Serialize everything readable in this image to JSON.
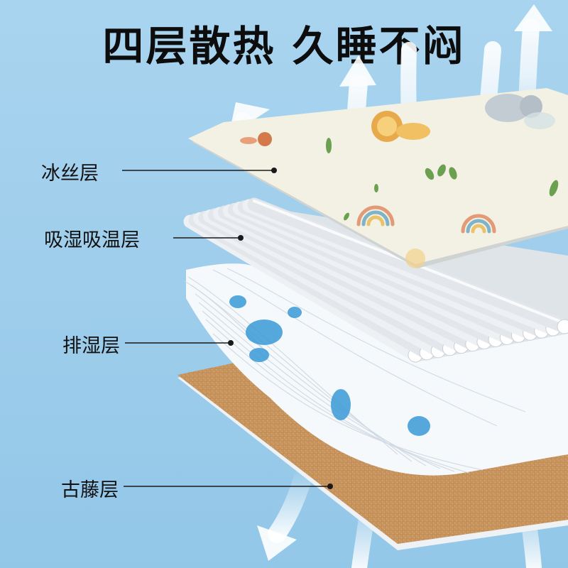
{
  "headline": "四层散热 久睡不闷",
  "layers": [
    {
      "label": "冰丝层"
    },
    {
      "label": "吸湿吸温层"
    },
    {
      "label": "排湿层"
    },
    {
      "label": "古藤层"
    }
  ],
  "colors": {
    "background": "#a2d0ec",
    "ice_silk": "#f3f1e4",
    "absorb_tubes": "#e6e9ec",
    "drain_fibers": "#f4f7fb",
    "rattan": "#c8945f",
    "accent_blue": "#3a9ad6",
    "arrow_white": "#ffffff"
  }
}
